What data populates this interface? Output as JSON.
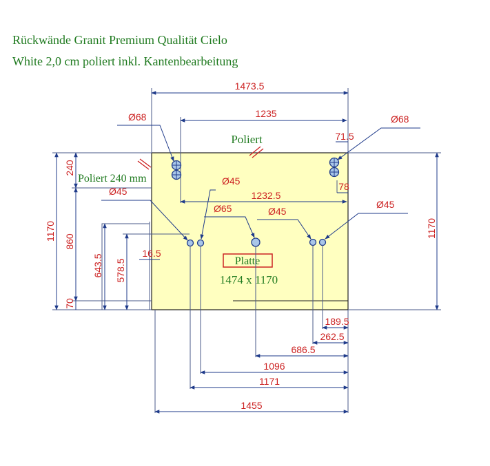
{
  "title": {
    "line1": "Rückwände Granit Premium Qualität Cielo",
    "line2": "White 2,0 cm poliert inkl. Kantenbearbeitung"
  },
  "plate": {
    "label": "Platte",
    "size": "1474 x 1170",
    "fill_color": "#ffffc0"
  },
  "annotations": {
    "poliert_top": "Poliert",
    "poliert_left": "Poliert 240 mm"
  },
  "holes": {
    "d68_left": "Ø68",
    "d68_right": "Ø68",
    "d45_a": "Ø45",
    "d45_b": "Ø45",
    "d65": "Ø65",
    "d45_c": "Ø45",
    "d45_d": "Ø45"
  },
  "dimensions": {
    "top_width": "1473.5",
    "socket_spacing": "1235",
    "right_offset_71": "71.5",
    "right_offset_78": "78",
    "socket_spacing_lower": "1232.5",
    "left_240": "240",
    "left_1170": "1170",
    "left_860": "860",
    "left_643": "643.5",
    "left_578": "578.5",
    "left_70": "70",
    "left_16": "16.5",
    "right_1170": "1170",
    "b_189": "189.5",
    "b_262": "262.5",
    "b_686": "686.5",
    "b_1096": "1096",
    "b_1171": "1171",
    "b_1455": "1455"
  },
  "colors": {
    "dimension_text": "#cc2222",
    "dimension_line": "#1e3a8a",
    "annotation_text": "#1f7a1f",
    "hatch": "#cc2222"
  }
}
